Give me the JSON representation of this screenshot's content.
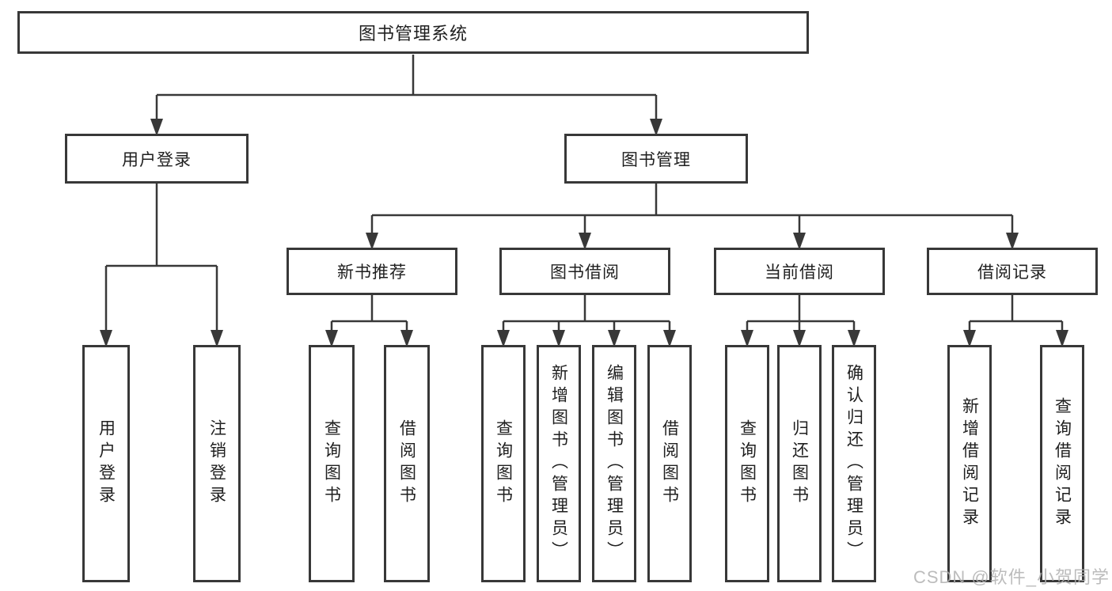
{
  "watermark": {
    "text": "CSDN @软件_小贺同学"
  },
  "colors": {
    "line": "#383838",
    "box_border": "#383838",
    "box_fill": "#ffffff",
    "text": "#1f1f1f",
    "watermark": "#b0b0b0",
    "background": "#ffffff"
  },
  "tree": {
    "label": "图书管理系统",
    "children": [
      {
        "label": "用户登录",
        "children": [
          {
            "label": "用户登录"
          },
          {
            "label": "注销登录"
          }
        ]
      },
      {
        "label": "图书管理",
        "children": [
          {
            "label": "新书推荐",
            "children": [
              {
                "label": "查询图书"
              },
              {
                "label": "借阅图书"
              }
            ]
          },
          {
            "label": "图书借阅",
            "children": [
              {
                "label": "查询图书"
              },
              {
                "label": "新增图书（管理员）"
              },
              {
                "label": "编辑图书（管理员）"
              },
              {
                "label": "借阅图书"
              }
            ]
          },
          {
            "label": "当前借阅",
            "children": [
              {
                "label": "查询图书"
              },
              {
                "label": "归还图书"
              },
              {
                "label": "确认归还（管理员）"
              }
            ]
          },
          {
            "label": "借阅记录",
            "children": [
              {
                "label": "新增借阅记录"
              },
              {
                "label": "查询借阅记录"
              }
            ]
          }
        ]
      }
    ]
  }
}
